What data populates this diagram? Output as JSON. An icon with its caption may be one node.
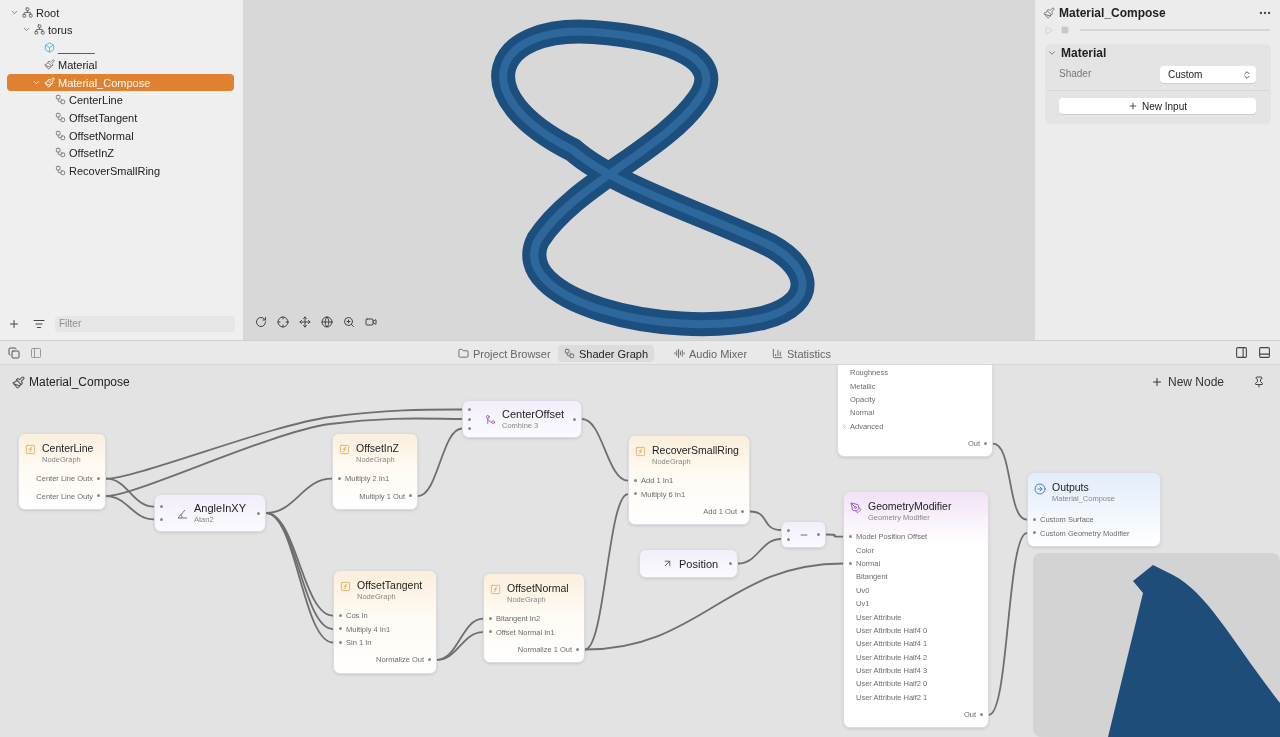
{
  "diagram": {
    "nodes": [
      {
        "text": [
          "CenterLine",
          "NodeGraph",
          "Center Line Outx",
          "Center Line Outy"
        ]
      },
      {
        "text": [
          "CenterOffset",
          "Combine 3"
        ]
      },
      {
        "text": [
          "OffsetInZ",
          "NodeGraph",
          "Multiply 2 In1",
          "Multiply 1 Out"
        ]
      },
      {
        "text": [
          "AngleInXY",
          "Atan2"
        ]
      },
      {
        "text": [
          "RecoverSmallRing",
          "NodeGraph",
          "Add 1 In1",
          "Multiply 6 In1",
          "Add 1 Out"
        ]
      },
      {
        "text": [
          "Roughness",
          "Metallic",
          "Opacity",
          "Normal",
          "Advanced",
          "Out"
        ]
      },
      {
        "text": [
          "GeometryModifier",
          "Geometry Modifier",
          "Model Position Offset",
          "Color",
          "Normal",
          "Bitangent",
          "Uv0",
          "Uv1",
          "User Attribute",
          "User Attribute Half4 0",
          "User Attribute Half4 1",
          "User Attribute Half4 2",
          "User Attribute Half4 3",
          "User Attribute Half2 0",
          "User Attribute Half2 1",
          "Out"
        ]
      },
      {
        "text": [
          "Outputs",
          "Material_Compose",
          "Custom Surface",
          "Custom Geometry Modifier"
        ]
      },
      {
        "text": [],
        "shape": "box"
      },
      {
        "text": [
          "Position"
        ]
      },
      {
        "text": [
          "OffsetTangent",
          "NodeGraph",
          "Cos In",
          "Multiply 4 In1",
          "Sin 1 In",
          "Normalize Out"
        ]
      },
      {
        "text": [
          "OffsetNormal",
          "NodeGraph",
          "Bitangent In2",
          "Offset Normal In1",
          "Normalize 1 Out"
        ]
      }
    ],
    "edges": [
      {
        "from": 0,
        "to": 1,
        "arrow": "none"
      },
      {
        "from": 0,
        "to": 1,
        "arrow": "none"
      },
      {
        "from": 0,
        "to": 3,
        "arrow": "none"
      },
      {
        "from": 0,
        "to": 3,
        "arrow": "none"
      },
      {
        "from": 2,
        "to": 1,
        "arrow": "none"
      },
      {
        "from": 3,
        "to": 2,
        "arrow": "none"
      },
      {
        "from": 3,
        "to": 10,
        "arrow": "none"
      },
      {
        "from": 3,
        "to": 10,
        "arrow": "none"
      },
      {
        "from": 3,
        "to": 10,
        "arrow": "none"
      },
      {
        "from": 10,
        "to": 11,
        "arrow": "none"
      },
      {
        "from": 10,
        "to": 11,
        "arrow": "none"
      },
      {
        "from": 1,
        "to": 4,
        "arrow": "none"
      },
      {
        "from": 11,
        "to": 4,
        "arrow": "none"
      },
      {
        "from": 11,
        "to": 6,
        "arrow": "none"
      },
      {
        "from": 4,
        "to": 8,
        "arrow": "none"
      },
      {
        "from": 9,
        "to": 8,
        "arrow": "none"
      },
      {
        "from": 8,
        "to": 6,
        "arrow": "none"
      },
      {
        "from": 5,
        "to": 7,
        "arrow": "none"
      },
      {
        "from": 6,
        "to": 7,
        "arrow": "none"
      }
    ],
    "labels": [
      "Root",
      "torus",
      "______",
      "Material",
      "Material_Compose",
      "CenterLine",
      "OffsetTangent",
      "OffsetNormal",
      "OffsetInZ",
      "RecoverSmallRing",
      "Filter",
      "Material_Compose",
      "Material",
      "Shader",
      "Custom",
      "New Input",
      "Project Browser",
      "Shader Graph",
      "Audio Mixer",
      "Statistics",
      "Material_Compose",
      "New Node"
    ]
  }
}
